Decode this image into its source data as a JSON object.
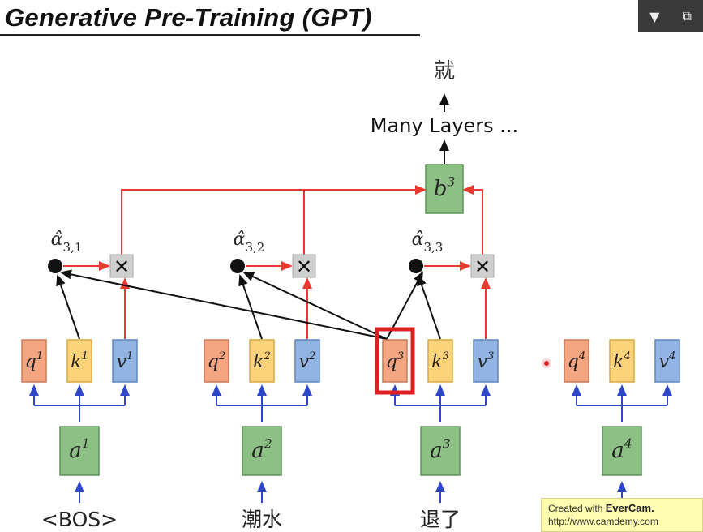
{
  "slide": {
    "title": "Generative Pre-Training (GPT)",
    "output_token": "就",
    "many_layers": "Many Layers ...",
    "b_label": "b",
    "b_sup": "3",
    "multiply_symbol": "✕"
  },
  "player": {
    "dropdown_icon": "▼",
    "window_icon": "⧉"
  },
  "positions": [
    {
      "input_token": "<BOS>",
      "a_sup": "1",
      "q_sup": "1",
      "k_sup": "1",
      "v_sup": "1",
      "alpha_label": "3,1"
    },
    {
      "input_token": "潮水",
      "a_sup": "2",
      "q_sup": "2",
      "k_sup": "2",
      "v_sup": "2",
      "alpha_label": "3,2"
    },
    {
      "input_token": "退了",
      "a_sup": "3",
      "q_sup": "3",
      "k_sup": "3",
      "v_sup": "3",
      "alpha_label": "3,3"
    },
    {
      "input_token": "",
      "a_sup": "4",
      "q_sup": "4",
      "k_sup": "4",
      "v_sup": "4",
      "alpha_label": ""
    }
  ],
  "symbols": {
    "a": "a",
    "q": "q",
    "k": "k",
    "v": "v",
    "alpha": "α̂"
  },
  "watermark": {
    "line1_prefix": "Created with",
    "line1_brand": "EverCam.",
    "line2": "http://www.camdemy.com"
  },
  "colors": {
    "q_fill": "#f4a582",
    "q_stroke": "#c87b5a",
    "k_fill": "#fdd37a",
    "k_stroke": "#d7ab47",
    "v_fill": "#92b4e3",
    "v_stroke": "#5f86bf",
    "a_fill": "#8cc084",
    "a_stroke": "#5c955a",
    "red_arrow": "#e8392f",
    "blue_arrow": "#2d47c8",
    "highlight": "#e02020"
  }
}
